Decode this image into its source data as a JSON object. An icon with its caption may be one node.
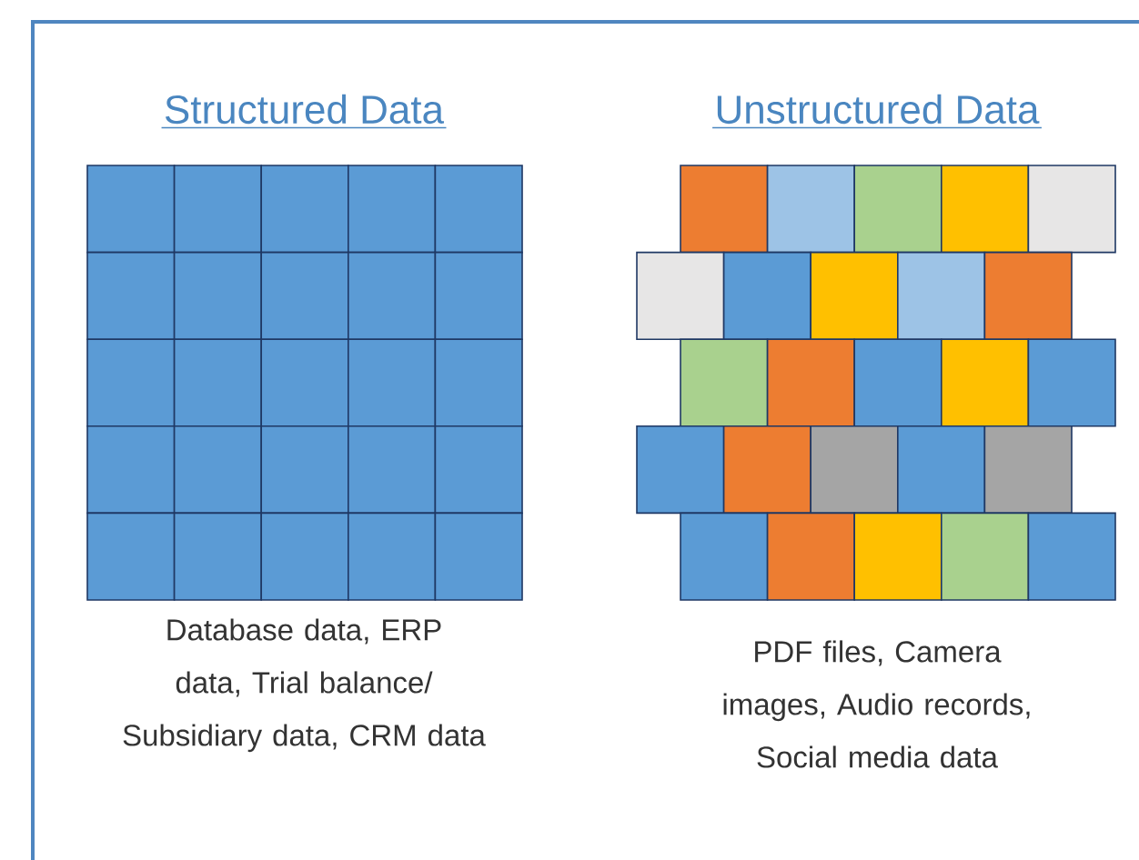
{
  "diagram": {
    "nodes": [
      {
        "text": [
          "Structured Data"
        ],
        "beside": [
          "Database data, ERP data, Trial balance/ Subsidiary data, CRM data"
        ]
      },
      {
        "text": [
          "Unstructured Data"
        ],
        "beside": [
          "PDF files, Camera images, Audio records, Social media data"
        ]
      }
    ]
  }
}
